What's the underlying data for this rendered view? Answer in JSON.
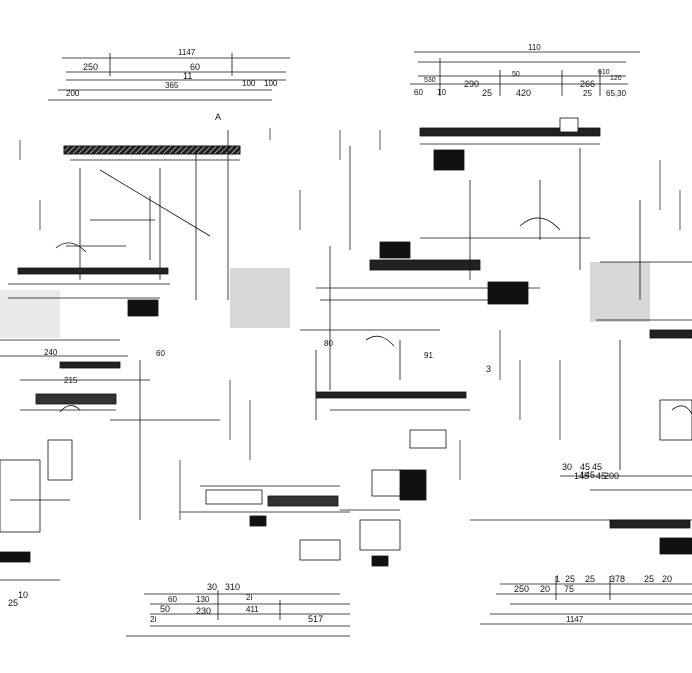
{
  "drawing": {
    "top_left_dims": {
      "l1": "1147",
      "l2a": "250",
      "l2b": "60",
      "l3": "11",
      "l4a": "365",
      "l4b": "100",
      "l4c": "100",
      "l5": "200"
    },
    "top_right_dims": {
      "l1": "110",
      "l2a": "530",
      "l2b": "50",
      "l2c": "610",
      "l2d": "120",
      "l3a": "60",
      "l3b": "10",
      "l3c": "290",
      "l3d": "25",
      "l3e": "420",
      "l3f": "266",
      "l3g": "25",
      "l3h": "65,30"
    },
    "bottom_center_dims": {
      "l1a": "30",
      "l1b": "310",
      "l2a": "60",
      "l2b": "130",
      "l2c": "2i",
      "l3a": "50",
      "l3b": "230",
      "l3c": "411",
      "l3d": "517",
      "l4": "2i"
    },
    "bottom_right_dims": {
      "l1a": "1",
      "l1b": "25",
      "l1c": "25",
      "l1d": "378",
      "l1e": "25",
      "l1f": "20",
      "l2a": "250",
      "l2b": "20",
      "l2c": "75",
      "l3": "1147"
    },
    "middle_labels": {
      "a_mark": "A",
      "right_mid_a": "30",
      "right_mid_b": "145",
      "right_mid_c": "45",
      "right_mid_d": "45",
      "right_mid_e": "145",
      "right_mid_f": "45",
      "right_mid_g": "200",
      "left_mid_a": "240",
      "left_mid_b": "60",
      "left_mid_c": "215",
      "center_a": "80",
      "center_b": "91",
      "center_c": "3",
      "left_edge_a": "25",
      "left_edge_b": "10"
    }
  }
}
